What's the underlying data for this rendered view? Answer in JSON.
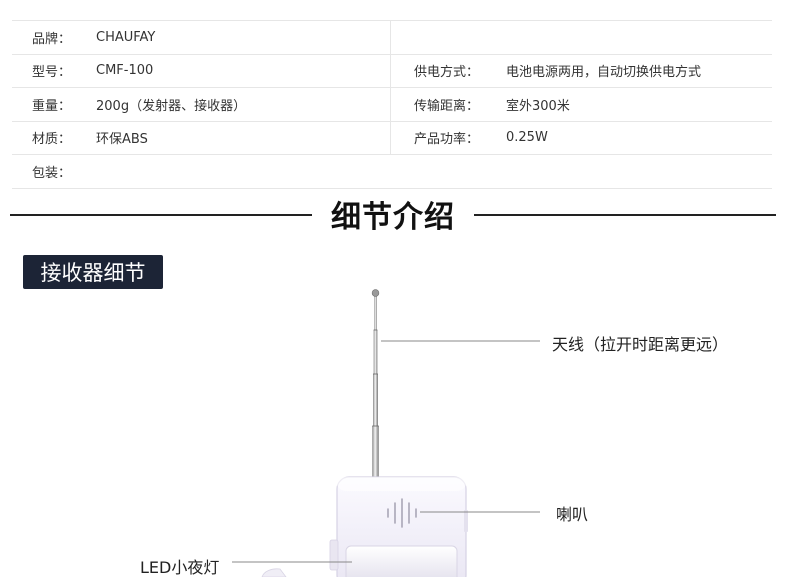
{
  "specs": {
    "rows": [
      {
        "label1": "品牌：",
        "value1": "CHAUFAY",
        "label2": "",
        "value2": ""
      },
      {
        "label1": "型号：",
        "value1": "CMF-100",
        "label2": "供电方式：",
        "value2": "电池电源两用，自动切换供电方式"
      },
      {
        "label1": "重量：",
        "value1": "200g（发射器、接收器）",
        "label2": "传输距离：",
        "value2": "室外300米"
      },
      {
        "label1": "材质：",
        "value1": "环保ABS",
        "label2": "产品功率：",
        "value2": "0.25W"
      },
      {
        "label1": "包装：",
        "value1": "",
        "label2": "",
        "value2": ""
      }
    ]
  },
  "section": {
    "title": "细节介绍"
  },
  "subsection": {
    "title": "接收器细节"
  },
  "callouts": {
    "antenna": "天线（拉开时距离更远）",
    "speaker": "喇叭",
    "led": "LED小夜灯"
  },
  "colors": {
    "badge_bg": "#1c2436",
    "divider": "#e6e6e6",
    "device_body": "#f2f0f8"
  }
}
